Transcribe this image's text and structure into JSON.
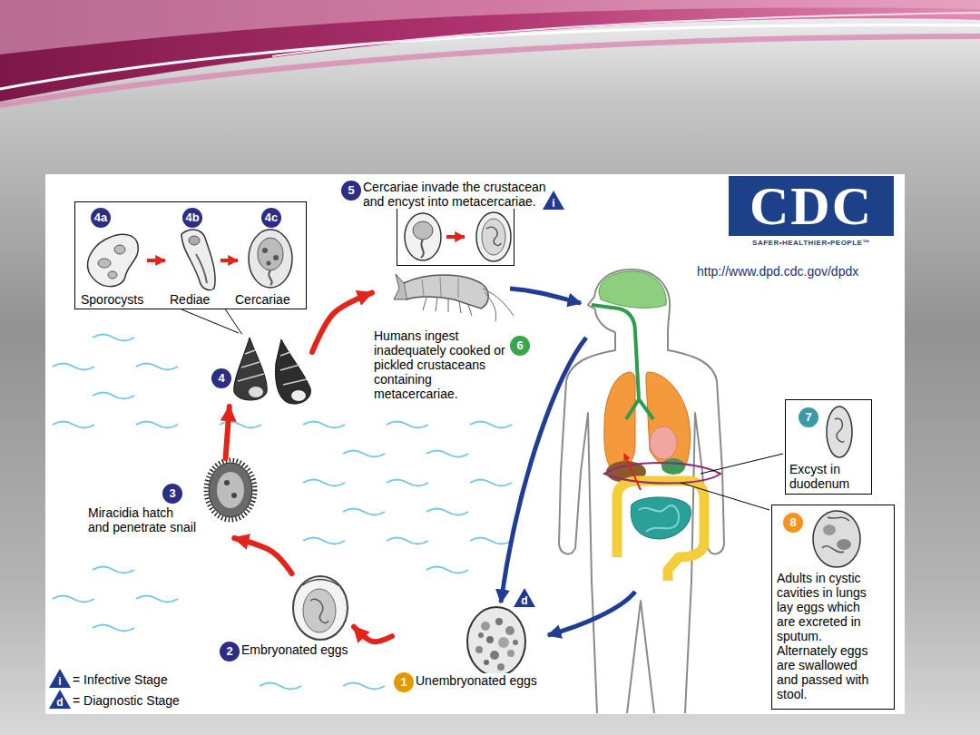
{
  "diagram": {
    "nodes": [
      {
        "text": [
          "5",
          "Cercariae invade the crustacean and encyst into metacercariae.",
          "i"
        ]
      },
      {
        "text": [
          "CDC",
          "SAFER•HEALTHIER•PEOPLE™"
        ]
      },
      {
        "text": [
          "4a",
          "4b",
          "4c",
          "Sporocysts",
          "Rediae",
          "Cercariae"
        ]
      },
      {
        "text": [
          "6",
          "Humans ingest inadequately cooked or pickled crustaceans containing metacercariae."
        ]
      },
      {
        "text": [
          "4"
        ]
      },
      {
        "text": [
          "7",
          "Excyst in duodenum"
        ]
      },
      {
        "text": [
          "3",
          "Miracidia hatch and penetrate snail"
        ]
      },
      {
        "text": [
          "8",
          "Adults in cystic cavities in lungs lay eggs which are excreted in sputum. Alternately eggs are swallowed and passed with stool."
        ]
      },
      {
        "text": [
          "2",
          "Embryonated eggs"
        ]
      },
      {
        "text": [
          "1",
          "Unembryonated eggs",
          "d"
        ]
      }
    ],
    "edges": [
      {
        "from": 9,
        "to": 8,
        "arrow": "to"
      },
      {
        "from": 8,
        "to": 6,
        "arrow": "to"
      },
      {
        "from": 6,
        "to": 4,
        "arrow": "to"
      },
      {
        "from": 4,
        "to": 3,
        "arrow": "to"
      },
      {
        "from": 4,
        "to": 2,
        "arrow": "none"
      }
    ],
    "labels": [
      "http://www.dpd.cdc.gov/dpdx",
      "i",
      "d"
    ],
    "legend": [
      {
        "text": "= Infective Stage"
      },
      {
        "text": "= Diagnostic Stage"
      }
    ]
  }
}
